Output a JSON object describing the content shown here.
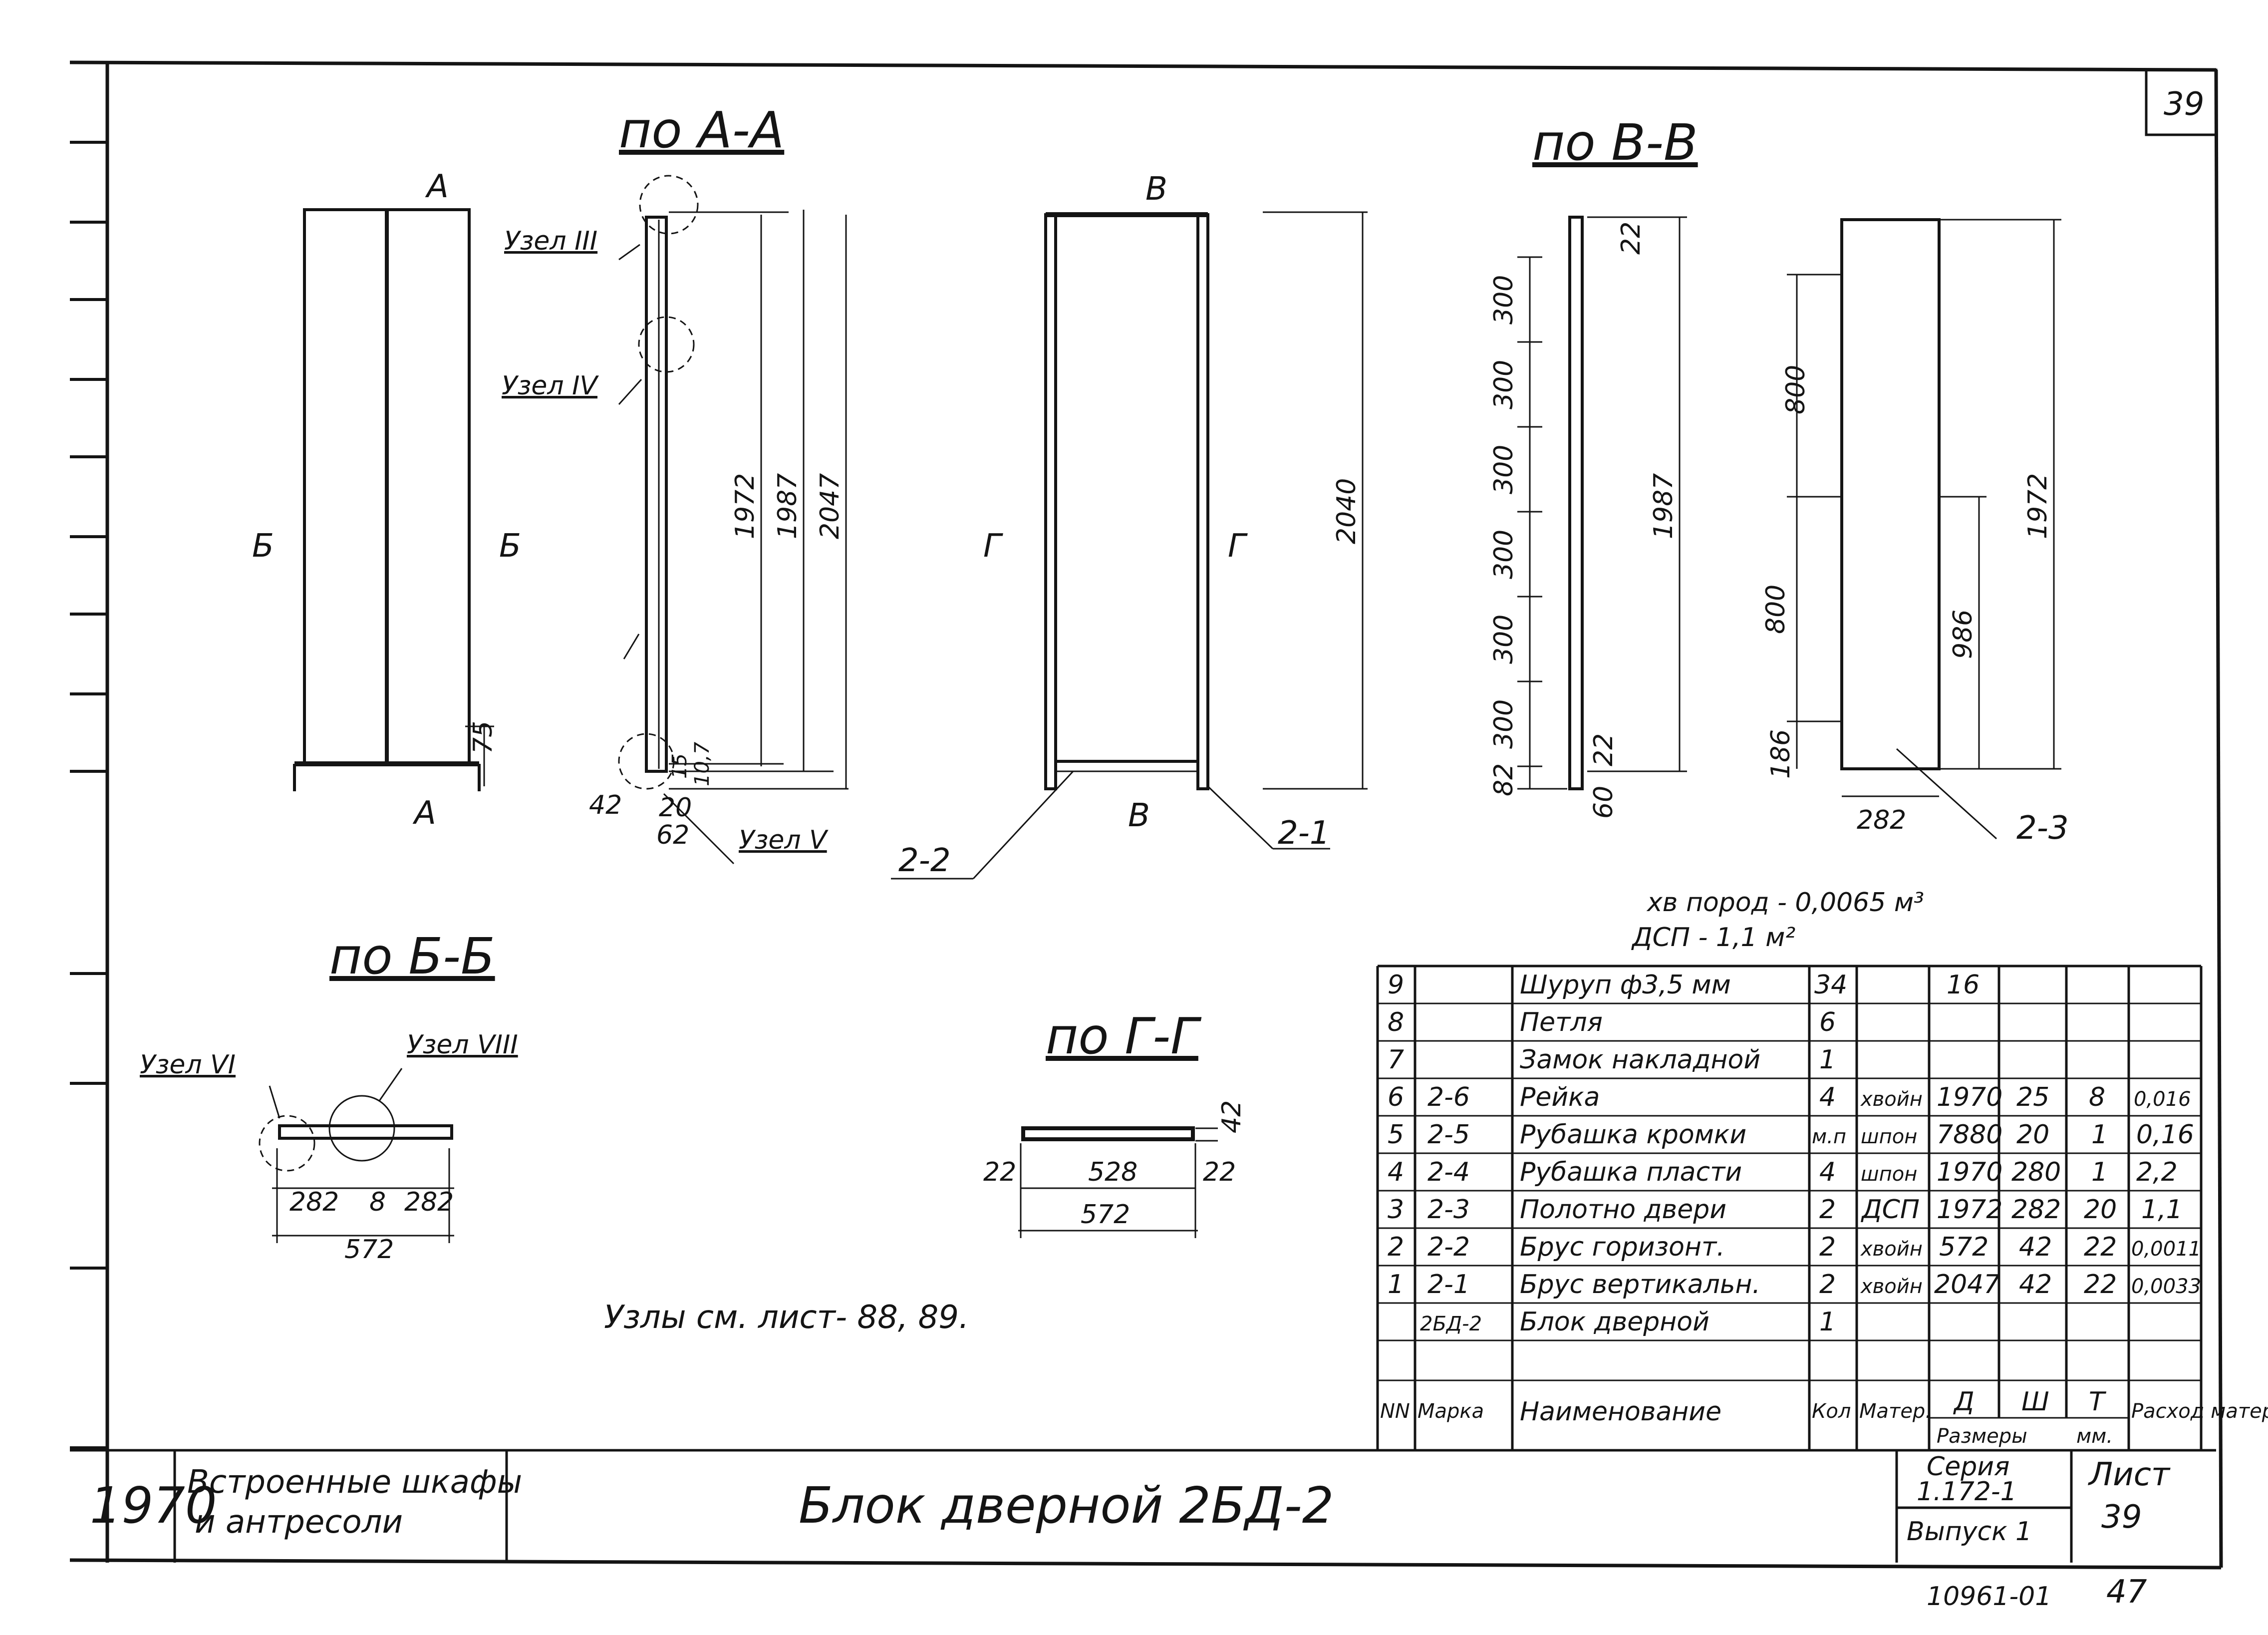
{
  "sheet": {
    "sheet_number_corner": "39",
    "year": "1970",
    "project_line1": "Встроенные шкафы",
    "project_line2": "и антресоли",
    "title": "Блок дверной 2БД-2",
    "series_label": "Серия",
    "series_value": "1.172-1",
    "issue": "Выпуск 1",
    "sheet_label": "Лист",
    "sheet_value": "39",
    "doc_number": "10961-01",
    "page_number": "47"
  },
  "views": {
    "section_aa": "по А-А",
    "section_vv": "по В-В",
    "section_bb": "по Б-Б",
    "section_gg": "по Г-Г",
    "cut_a": "А",
    "cut_b": "Б",
    "cut_v": "В",
    "cut_g": "Г"
  },
  "nodes": {
    "node3": "Узел III",
    "node4": "Узел IV",
    "node5": "Узел V",
    "node6": "Узел VI",
    "node8": "Узел VIII",
    "note": "Узлы см. лист- 88, 89."
  },
  "dimensions": {
    "d75": "75",
    "d1972": "1972",
    "d1987": "1987",
    "d2047": "2047",
    "d15": "15",
    "d10_7": "10,7",
    "d42": "42",
    "d20": "20",
    "d62": "62",
    "d2040": "2040",
    "d300": "300",
    "d82": "82",
    "d22": "22",
    "d60": "60",
    "d800": "800",
    "d186": "186",
    "d986": "986",
    "d282": "282",
    "d8": "8",
    "d572": "572",
    "d528": "528"
  },
  "part_labels": {
    "p21": "2-1",
    "p22": "2-2",
    "p23": "2-3"
  },
  "materials": {
    "line1": "хв пород - 0,0065 м³",
    "line2": "ДСП - 1,1 м²"
  },
  "spec_table": {
    "headers": {
      "nn": "NN",
      "marka": "Марка",
      "name": "Наименование",
      "qty": "Кол",
      "mat": "Матер.",
      "d": "Д",
      "sh": "Ш",
      "t": "Т",
      "sizes": "Размеры",
      "mm": "мм.",
      "rashod": "Расход матер."
    },
    "rows": [
      {
        "nn": "9",
        "marka": "",
        "name": "Шуруп ф3,5 мм",
        "qty": "34",
        "mat": "",
        "d": "16",
        "sh": "",
        "t": "",
        "r": ""
      },
      {
        "nn": "8",
        "marka": "",
        "name": "Петля",
        "qty": "6",
        "mat": "",
        "d": "",
        "sh": "",
        "t": "",
        "r": ""
      },
      {
        "nn": "7",
        "marka": "",
        "name": "Замок накладной",
        "qty": "1",
        "mat": "",
        "d": "",
        "sh": "",
        "t": "",
        "r": ""
      },
      {
        "nn": "6",
        "marka": "2-6",
        "name": "Рейка",
        "qty": "4",
        "mat": "хвойн",
        "d": "1970",
        "sh": "25",
        "t": "8",
        "r": "0,016"
      },
      {
        "nn": "5",
        "marka": "2-5",
        "name": "Рубашка кромки",
        "qty": "м.п",
        "mat": "шпон",
        "d": "7880",
        "sh": "20",
        "t": "1",
        "r": "0,16"
      },
      {
        "nn": "4",
        "marka": "2-4",
        "name": "Рубашка пласти",
        "qty": "4",
        "mat": "шпон",
        "d": "1970",
        "sh": "280",
        "t": "1",
        "r": "2,2"
      },
      {
        "nn": "3",
        "marka": "2-3",
        "name": "Полотно двери",
        "qty": "2",
        "mat": "ДСП",
        "d": "1972",
        "sh": "282",
        "t": "20",
        "r": "1,1"
      },
      {
        "nn": "2",
        "marka": "2-2",
        "name": "Брус горизонт.",
        "qty": "2",
        "mat": "хвойн",
        "d": "572",
        "sh": "42",
        "t": "22",
        "r": "0,0011"
      },
      {
        "nn": "1",
        "marka": "2-1",
        "name": "Брус вертикальн.",
        "qty": "2",
        "mat": "хвойн",
        "d": "2047",
        "sh": "42",
        "t": "22",
        "r": "0,0033"
      },
      {
        "nn": "",
        "marka": "2БД-2",
        "name": "Блок дверной",
        "qty": "1",
        "mat": "",
        "d": "",
        "sh": "",
        "t": "",
        "r": ""
      }
    ]
  }
}
